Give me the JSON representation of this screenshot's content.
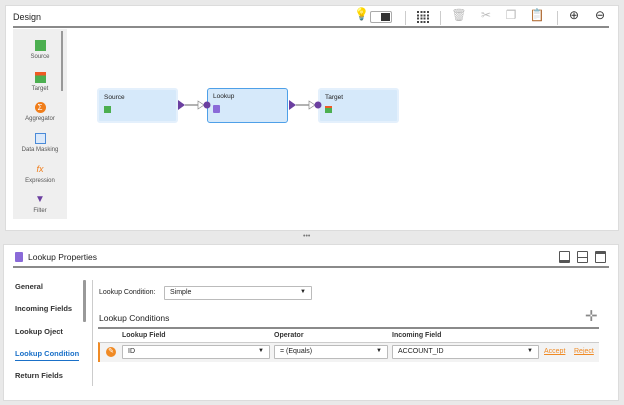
{
  "design": {
    "title": "Design",
    "toolbar": [
      "lightbulb-icon",
      "toggle",
      "grid-icon",
      "trash-icon",
      "scissors-icon",
      "copy-icon",
      "paste-icon",
      "zoom-in-icon",
      "zoom-out-icon"
    ],
    "palette": [
      {
        "label": "Source",
        "icon": "source-icon"
      },
      {
        "label": "Target",
        "icon": "target-icon"
      },
      {
        "label": "Aggregator",
        "icon": "aggregator-icon"
      },
      {
        "label": "Data Masking",
        "icon": "data-masking-icon"
      },
      {
        "label": "Expression",
        "icon": "expression-icon"
      },
      {
        "label": "Filter",
        "icon": "filter-icon"
      }
    ],
    "nodes": [
      {
        "label": "Source"
      },
      {
        "label": "Lookup"
      },
      {
        "label": "Target"
      }
    ],
    "expression_glyph": "fx"
  },
  "splitter": "•••",
  "props": {
    "title": "Lookup Properties",
    "nav": [
      "General",
      "Incoming Fields",
      "Lookup Oject",
      "Lookup Condition",
      "Return Fields"
    ],
    "active_nav": "Lookup Condition",
    "condition_label": "Lookup Condition:",
    "condition_value": "Simple",
    "section_title": "Lookup Conditions",
    "columns": [
      "Lookup Field",
      "Operator",
      "Incoming Field"
    ],
    "row": {
      "lookup_field": "ID",
      "operator": "= (Equals)",
      "incoming_field": "ACCOUNT_ID",
      "accept": "Accept",
      "reject": "Reject"
    },
    "colors": {
      "accent": "#f08a24",
      "link": "#1a70c8",
      "node": "#d6e9fa",
      "port": "#6b3fa0"
    }
  }
}
